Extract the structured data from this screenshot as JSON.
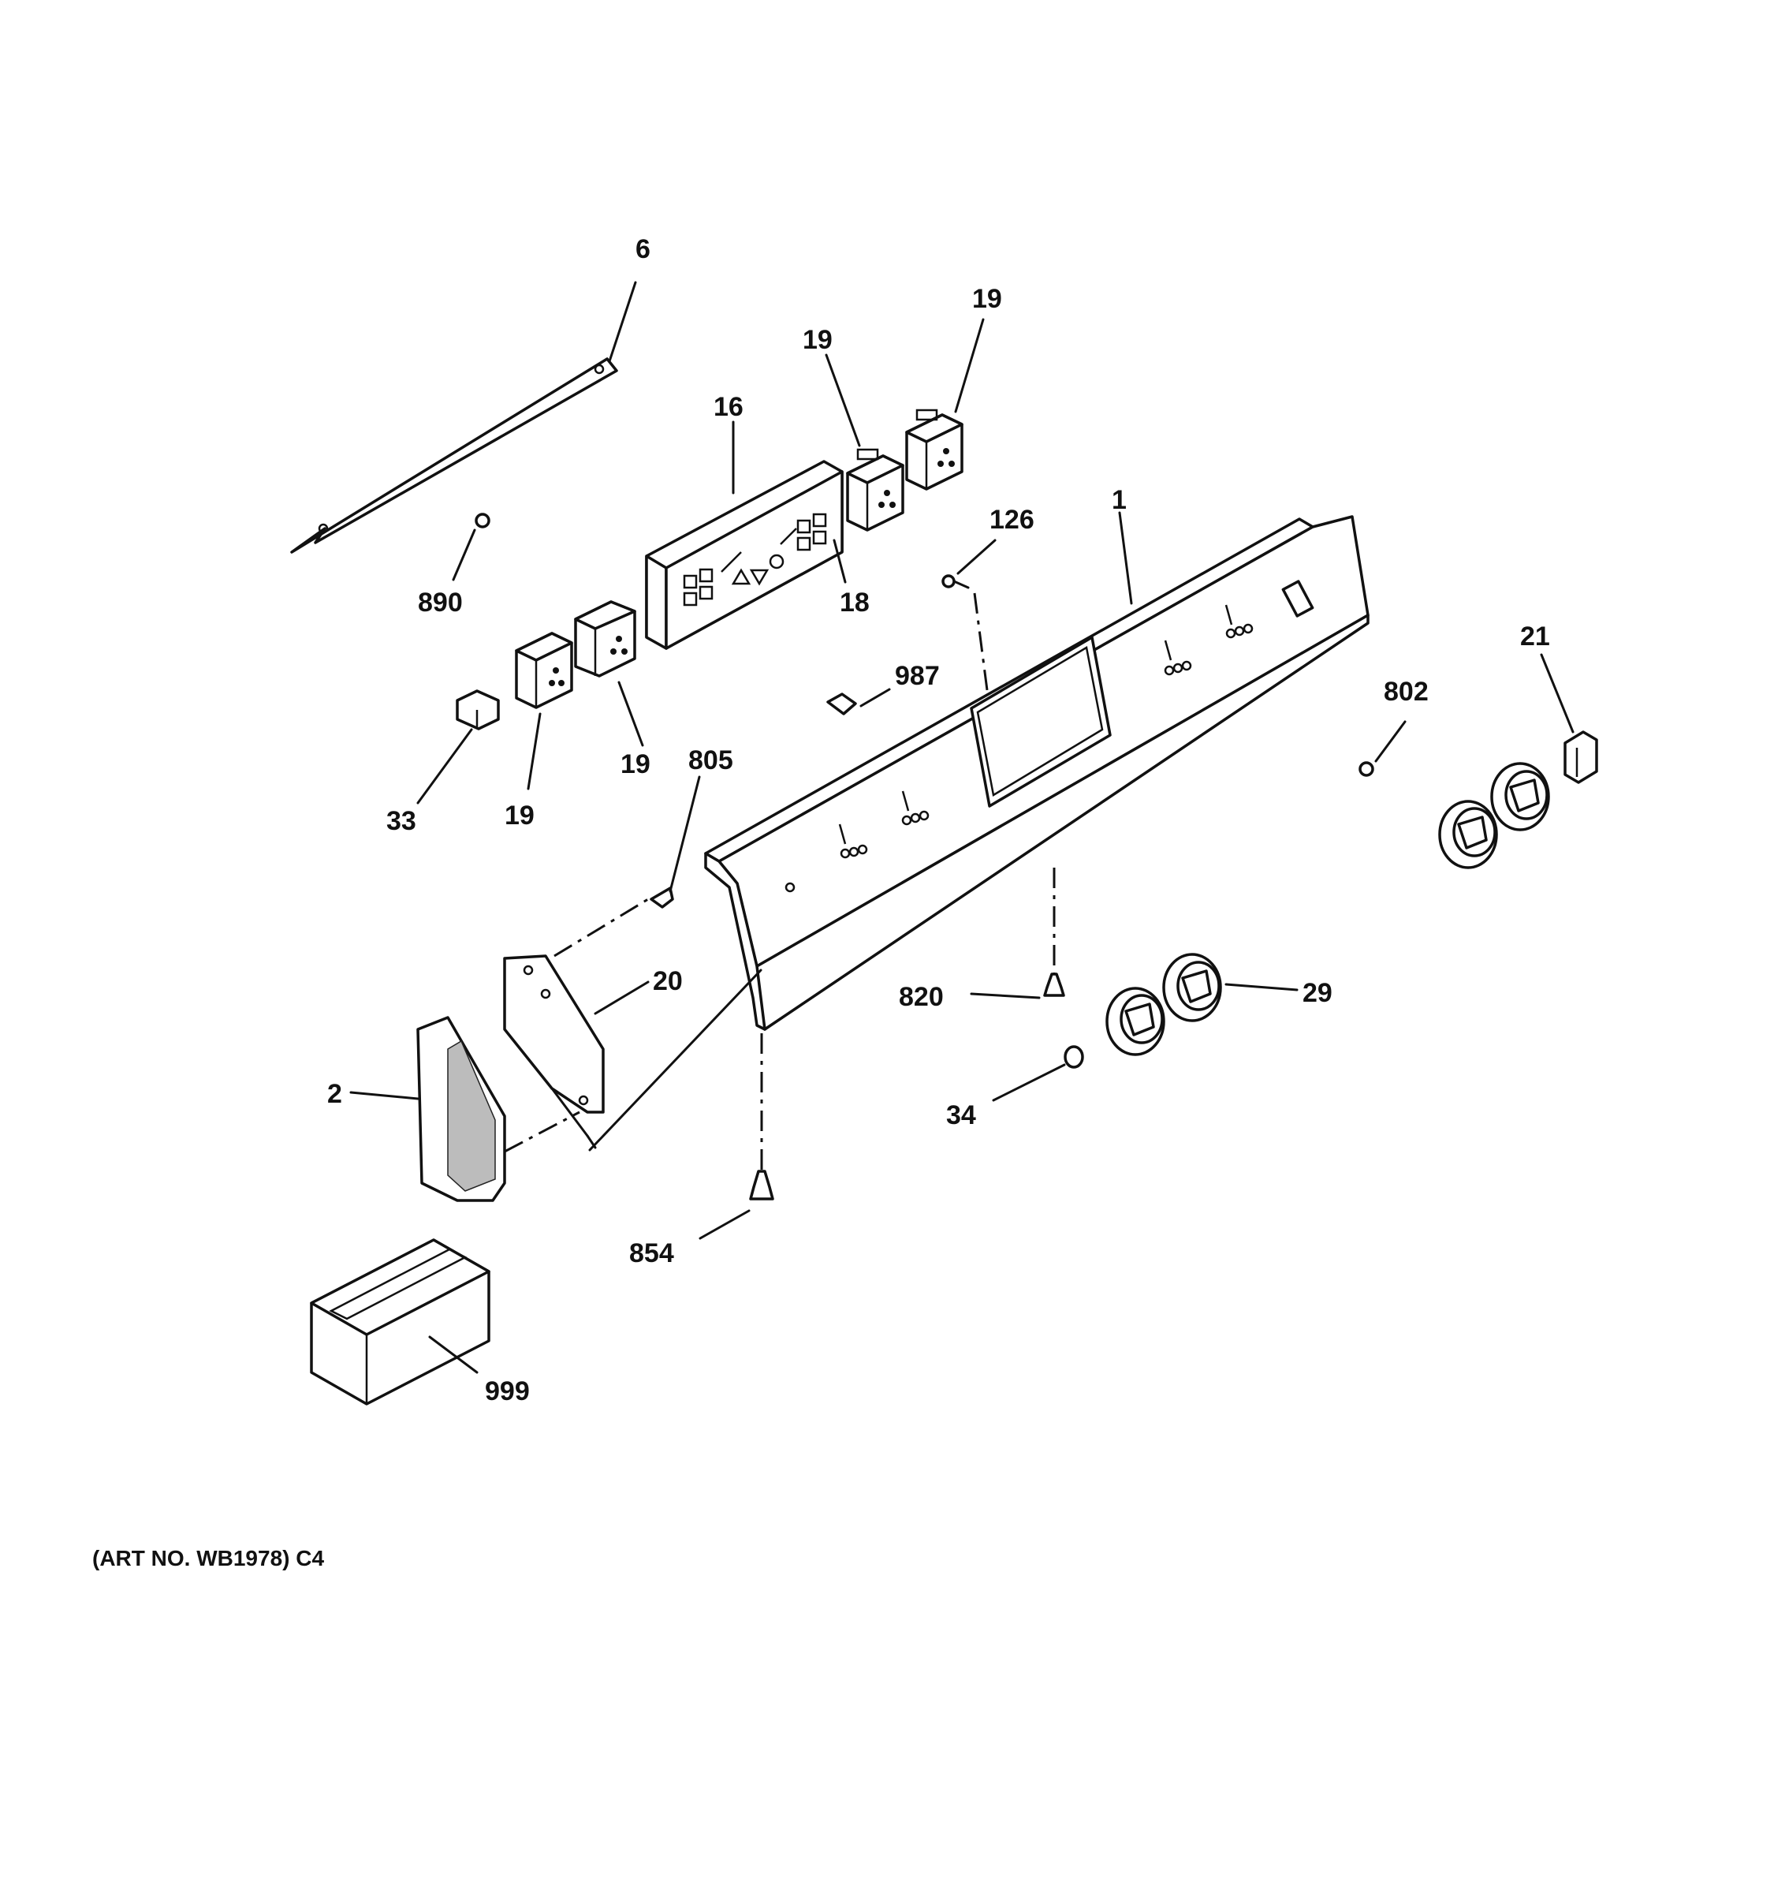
{
  "diagram": {
    "labels": {
      "p6": "6",
      "p16": "16",
      "p19a": "19",
      "p19b": "19",
      "p19c": "19",
      "p19d": "19",
      "p18": "18",
      "p890": "890",
      "p126": "126",
      "p1": "1",
      "p21": "21",
      "p802": "802",
      "p987": "987",
      "p805": "805",
      "p33": "33",
      "p20": "20",
      "p2": "2",
      "p820": "820",
      "p29": "29",
      "p34": "34",
      "p854": "854",
      "p999": "999"
    },
    "art_note": "(ART NO. WB1978) C4"
  }
}
